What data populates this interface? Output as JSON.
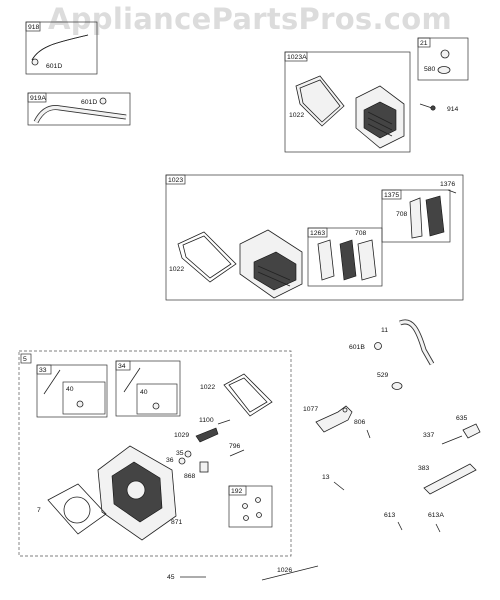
{
  "watermark": "AppliancePartsPros.com",
  "parts": {
    "p918": "918",
    "p601D_a": "601D",
    "p919A": "919A",
    "p601D_b": "601D",
    "p1023A": "1023A",
    "p1022_a": "1022",
    "p21": "21",
    "p580": "580",
    "p914": "914",
    "p1023": "1023",
    "p1376": "1376",
    "p1375": "1375",
    "p708_a": "708",
    "p1263": "1263",
    "p708_b": "708",
    "p1022_b": "1022",
    "p11": "11",
    "p601B": "601B",
    "p529": "529",
    "p5": "5",
    "p33": "33",
    "p40_a": "40",
    "p34": "34",
    "p40_b": "40",
    "p1022_c": "1022",
    "p1100": "1100",
    "p1029": "1029",
    "p796": "796",
    "p35": "35",
    "p36": "36",
    "p868": "868",
    "p7": "7",
    "p871": "871",
    "p192": "192",
    "p1077": "1077",
    "p806": "806",
    "p635": "635",
    "p337": "337",
    "p383": "383",
    "p13": "13",
    "p613": "613",
    "p613A": "613A",
    "p45": "45",
    "p1026": "1026"
  }
}
